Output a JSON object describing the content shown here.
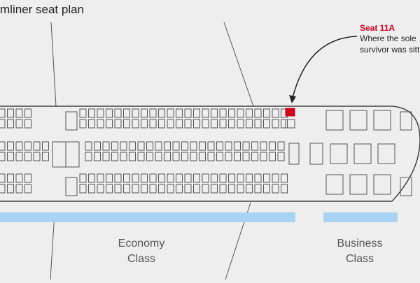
{
  "diagram": {
    "title": "mliner seat plan",
    "annotation": {
      "label": "Seat 11A",
      "line1": "Where the sole",
      "line2": "survivor was sitt",
      "color": "#d0021b"
    },
    "cabins": [
      {
        "line1": "Economy",
        "line2": "Class"
      },
      {
        "line1": "Business",
        "line2": "Class"
      }
    ],
    "colors": {
      "background": "#eeeeee",
      "fuselage": "#444444",
      "seat": "#555555",
      "highlight": "#d0021b",
      "class_bar": "#a9d3f2"
    }
  }
}
